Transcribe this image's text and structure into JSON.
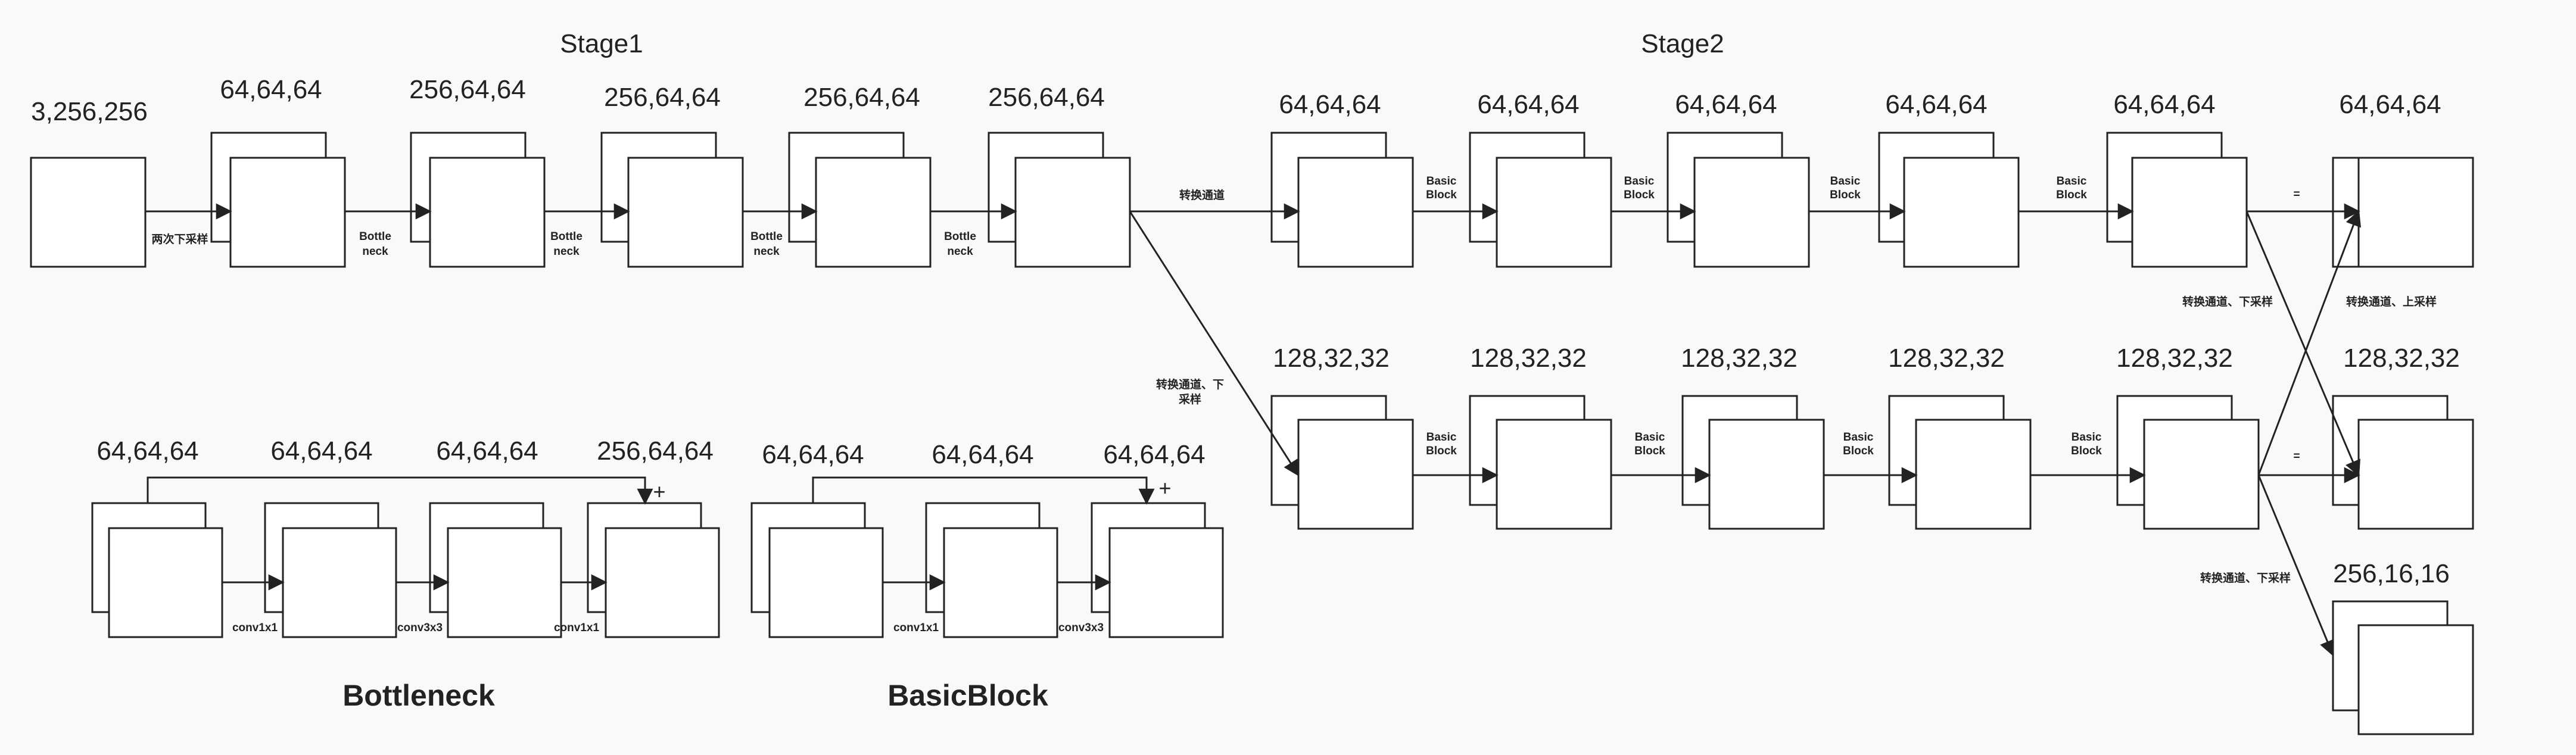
{
  "stages": {
    "stage1": "Stage1",
    "stage2": "Stage2"
  },
  "titles": {
    "bottleneck": "Bottleneck",
    "basicblock": "BasicBlock"
  },
  "dims": {
    "input": "3,256,256",
    "s1": [
      "64,64,64",
      "256,64,64",
      "256,64,64",
      "256,64,64",
      "256,64,64"
    ],
    "top": [
      "64,64,64",
      "64,64,64",
      "64,64,64",
      "64,64,64",
      "64,64,64",
      "64,64,64"
    ],
    "mid": [
      "128,32,32",
      "128,32,32",
      "128,32,32",
      "128,32,32",
      "128,32,32",
      "128,32,32"
    ],
    "low": "256,16,16",
    "bneck": [
      "64,64,64",
      "64,64,64",
      "64,64,64",
      "256,64,64"
    ],
    "bblock": [
      "64,64,64",
      "64,64,64",
      "64,64,64"
    ]
  },
  "labels": {
    "downsample_twice": "两次下采样",
    "bottle": "Bottle",
    "neck": "neck",
    "basic": "Basic",
    "block": "Block",
    "convert_channels": "转换通道",
    "convert_down_1": "转换通道、下",
    "convert_down_2": "采样",
    "convert_down": "转换通道、下采样",
    "convert_up": "转换通道、上采样",
    "equals": "=",
    "conv1x1": "conv1x1",
    "conv3x3": "conv3x3",
    "plus": "+"
  }
}
